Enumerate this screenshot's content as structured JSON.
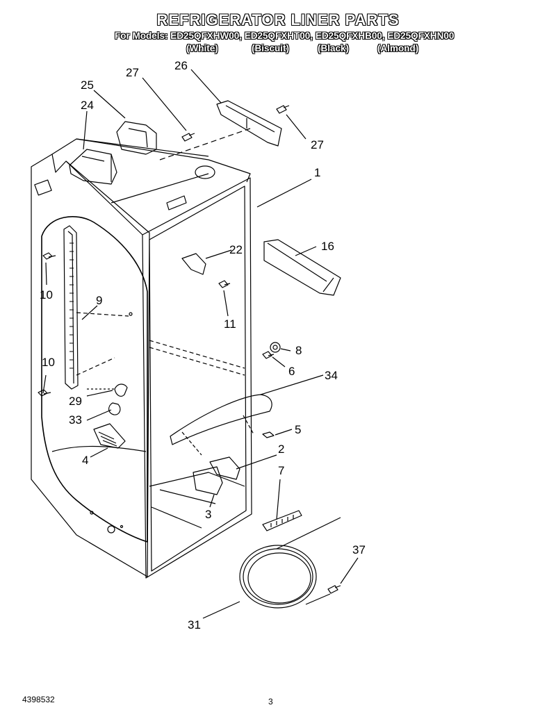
{
  "header": {
    "title": "REFRIGERATOR LINER PARTS",
    "models": "For Models: ED25QFXHW00, ED25QFXHT00, ED25QFXHB00, ED25QFXHN00",
    "colors": [
      "(White)",
      "(Biscuit)",
      "(Black)",
      "(Almond)"
    ]
  },
  "callouts": [
    "27",
    "26",
    "25",
    "24",
    "27",
    "1",
    "22",
    "16",
    "10",
    "9",
    "11",
    "8",
    "6",
    "10",
    "34",
    "29",
    "33",
    "5",
    "4",
    "2",
    "7",
    "3",
    "37",
    "31"
  ],
  "footer": {
    "doc_number": "4398532",
    "page_number": "3"
  }
}
